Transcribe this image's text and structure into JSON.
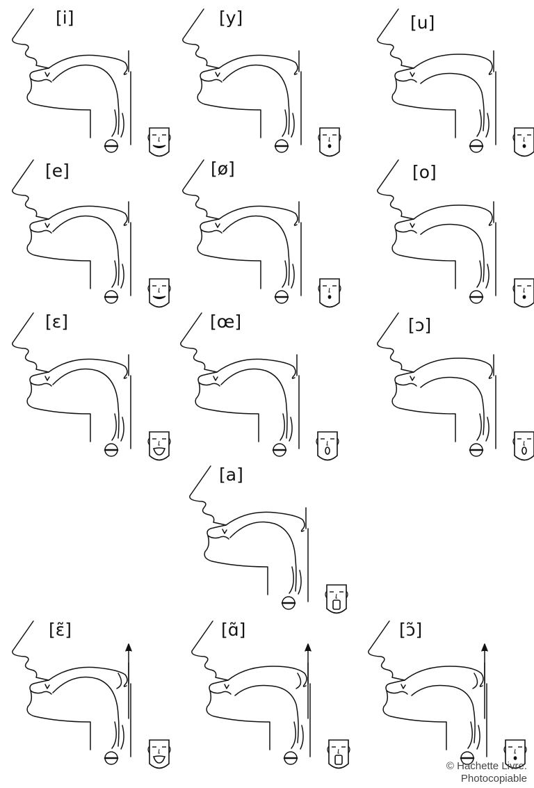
{
  "vowels": [
    {
      "symbol": "[i]",
      "lips": "spread",
      "nasal": false,
      "back": false
    },
    {
      "symbol": "[y]",
      "lips": "round",
      "nasal": false,
      "back": false
    },
    {
      "symbol": "[u]",
      "lips": "round",
      "nasal": false,
      "back": true
    },
    {
      "symbol": "[e]",
      "lips": "spread",
      "nasal": false,
      "back": false
    },
    {
      "symbol": "[ø]",
      "lips": "round",
      "nasal": false,
      "back": false
    },
    {
      "symbol": "[o]",
      "lips": "round",
      "nasal": false,
      "back": true
    },
    {
      "symbol": "[ɛ]",
      "lips": "spread-open",
      "nasal": false,
      "back": false
    },
    {
      "symbol": "[œ]",
      "lips": "round-open",
      "nasal": false,
      "back": false
    },
    {
      "symbol": "[ɔ]",
      "lips": "round-open",
      "nasal": false,
      "back": true
    },
    {
      "symbol": "[a]",
      "lips": "wide-open",
      "nasal": false,
      "back": false
    },
    {
      "symbol": "[ɛ̃]",
      "lips": "spread-open",
      "nasal": true,
      "back": false
    },
    {
      "symbol": "[ɑ̃]",
      "lips": "wide-open",
      "nasal": true,
      "back": true
    },
    {
      "symbol": "[ɔ̃]",
      "lips": "round",
      "nasal": true,
      "back": true
    }
  ],
  "copyright": {
    "line1": "© Hachette Livre.",
    "line2": "Photocopiable"
  }
}
